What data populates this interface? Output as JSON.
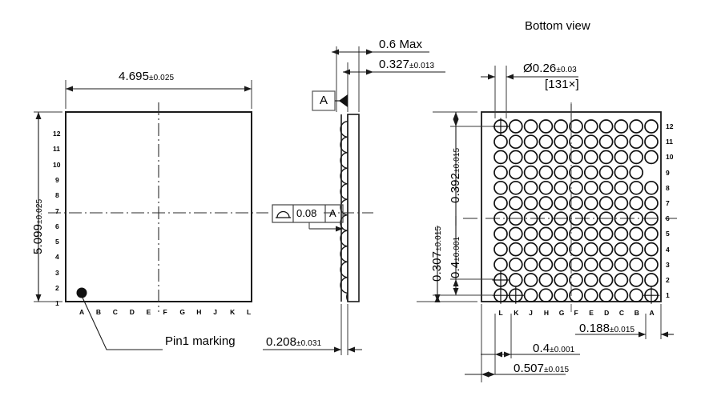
{
  "drawing": {
    "type": "bga-package-mechanical-drawing",
    "units": "mm",
    "bottom_view_title": "Bottom view",
    "pin1_note": "Pin1 marking"
  },
  "top_view": {
    "width_dim": "4.695",
    "width_tol": "±0.025",
    "height_dim": "5.099",
    "height_tol": "±0.025",
    "row_labels": [
      "12",
      "11",
      "10",
      "9",
      "8",
      "7",
      "6",
      "5",
      "4",
      "3",
      "2",
      "1"
    ],
    "col_labels": [
      "A",
      "B",
      "C",
      "D",
      "E",
      "F",
      "G",
      "H",
      "J",
      "K",
      "L"
    ],
    "pin1_marker": "pin1-dot"
  },
  "side_view": {
    "total_height_dim": "0.6",
    "total_height_qualifier": "Max",
    "body_height_dim": "0.327",
    "body_height_tol": "±0.013",
    "ball_height_dim": "0.208",
    "ball_height_tol": "±0.031",
    "datum_label": "A",
    "gdt_symbol": "profile-of-surface",
    "gdt_tolerance": "0.08",
    "gdt_datum": "A",
    "ball_rows": 12
  },
  "bottom_view": {
    "ball_diameter_dim": "Ø0.26",
    "ball_diameter_tol": "±0.03",
    "ball_count": "[131×]",
    "edge_to_ball_top_dim": "0.392",
    "edge_to_ball_top_tol": "±0.015",
    "edge_to_ball_bottom_dim": "0.307",
    "edge_to_ball_bottom_tol": "±0.015",
    "pitch_y_dim": "0.4",
    "pitch_y_tol": "±0.001",
    "pitch_x_dim": "0.4",
    "pitch_x_tol": "±0.001",
    "edge_to_ball_right_dim": "0.188",
    "edge_to_ball_right_tol": "±0.015",
    "edge_to_ball_left_dim": "0.507",
    "edge_to_ball_left_tol": "±0.015",
    "row_labels": [
      "12",
      "11",
      "10",
      "9",
      "8",
      "7",
      "6",
      "5",
      "4",
      "3",
      "2",
      "1"
    ],
    "col_labels": [
      "L",
      "K",
      "J",
      "H",
      "G",
      "F",
      "E",
      "D",
      "C",
      "B",
      "A"
    ],
    "missing_ball": {
      "row": "9",
      "col": "A"
    },
    "crosshair_balls": [
      "L12",
      "L2",
      "L1",
      "K1",
      "A1"
    ],
    "grid_rows": 12,
    "grid_cols": 11
  },
  "colors": {
    "line": "#1a1a1a",
    "thin": "#3a3a3a",
    "text": "#000000",
    "background": "#ffffff"
  }
}
